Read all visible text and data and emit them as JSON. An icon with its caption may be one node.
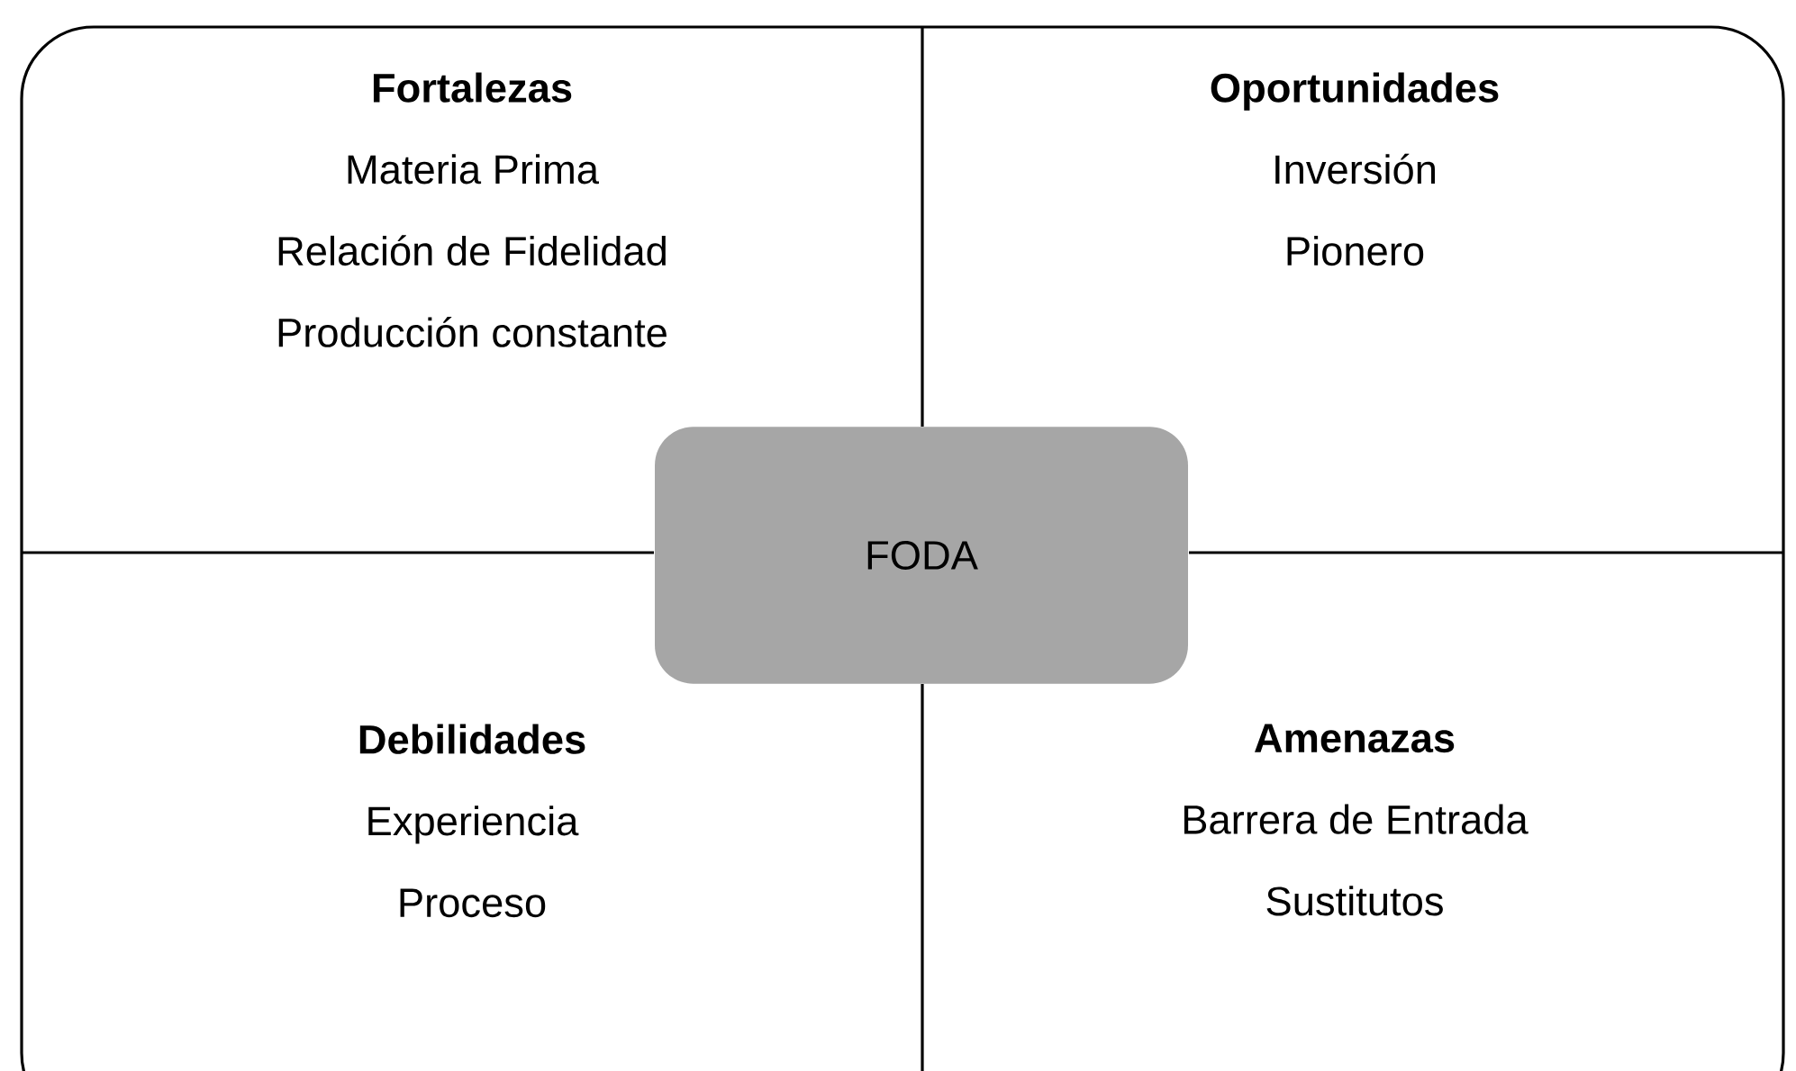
{
  "diagram": {
    "nodes": [
      {
        "text": [
          "Fortalezas",
          "Materia Prima",
          "Relación de Fidelidad",
          "Producción constante"
        ]
      },
      {
        "text": [
          "Oportunidades",
          "Inversión",
          "Pionero"
        ]
      },
      {
        "text": [
          "FODA"
        ]
      },
      {
        "text": [
          "Debilidades",
          "Experiencia",
          "Proceso"
        ]
      },
      {
        "text": [
          "Amenazas",
          "Barrera de Entrada",
          "Sustitutos"
        ]
      }
    ]
  }
}
